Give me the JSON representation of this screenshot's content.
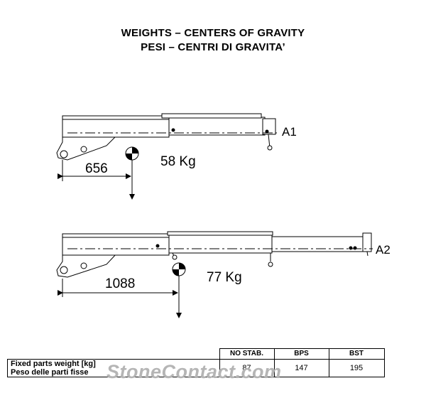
{
  "header": {
    "title_en": "WEIGHTS – CENTERS OF GRAVITY",
    "title_it": "PESI – CENTRI DI GRAVITA’"
  },
  "configs": [
    {
      "label": "A1",
      "cog_distance": "656",
      "weight": "58 Kg"
    },
    {
      "label": "A2",
      "cog_distance": "1088",
      "weight": "77 Kg"
    }
  ],
  "table": {
    "columns": [
      "NO STAB.",
      "BPS",
      "BST"
    ],
    "row_label_en": "Fixed parts weight  [kg]",
    "row_label_it": "Peso delle parti fisse",
    "values": [
      "87",
      "147",
      "195"
    ]
  },
  "watermark": "StoneContact.com"
}
